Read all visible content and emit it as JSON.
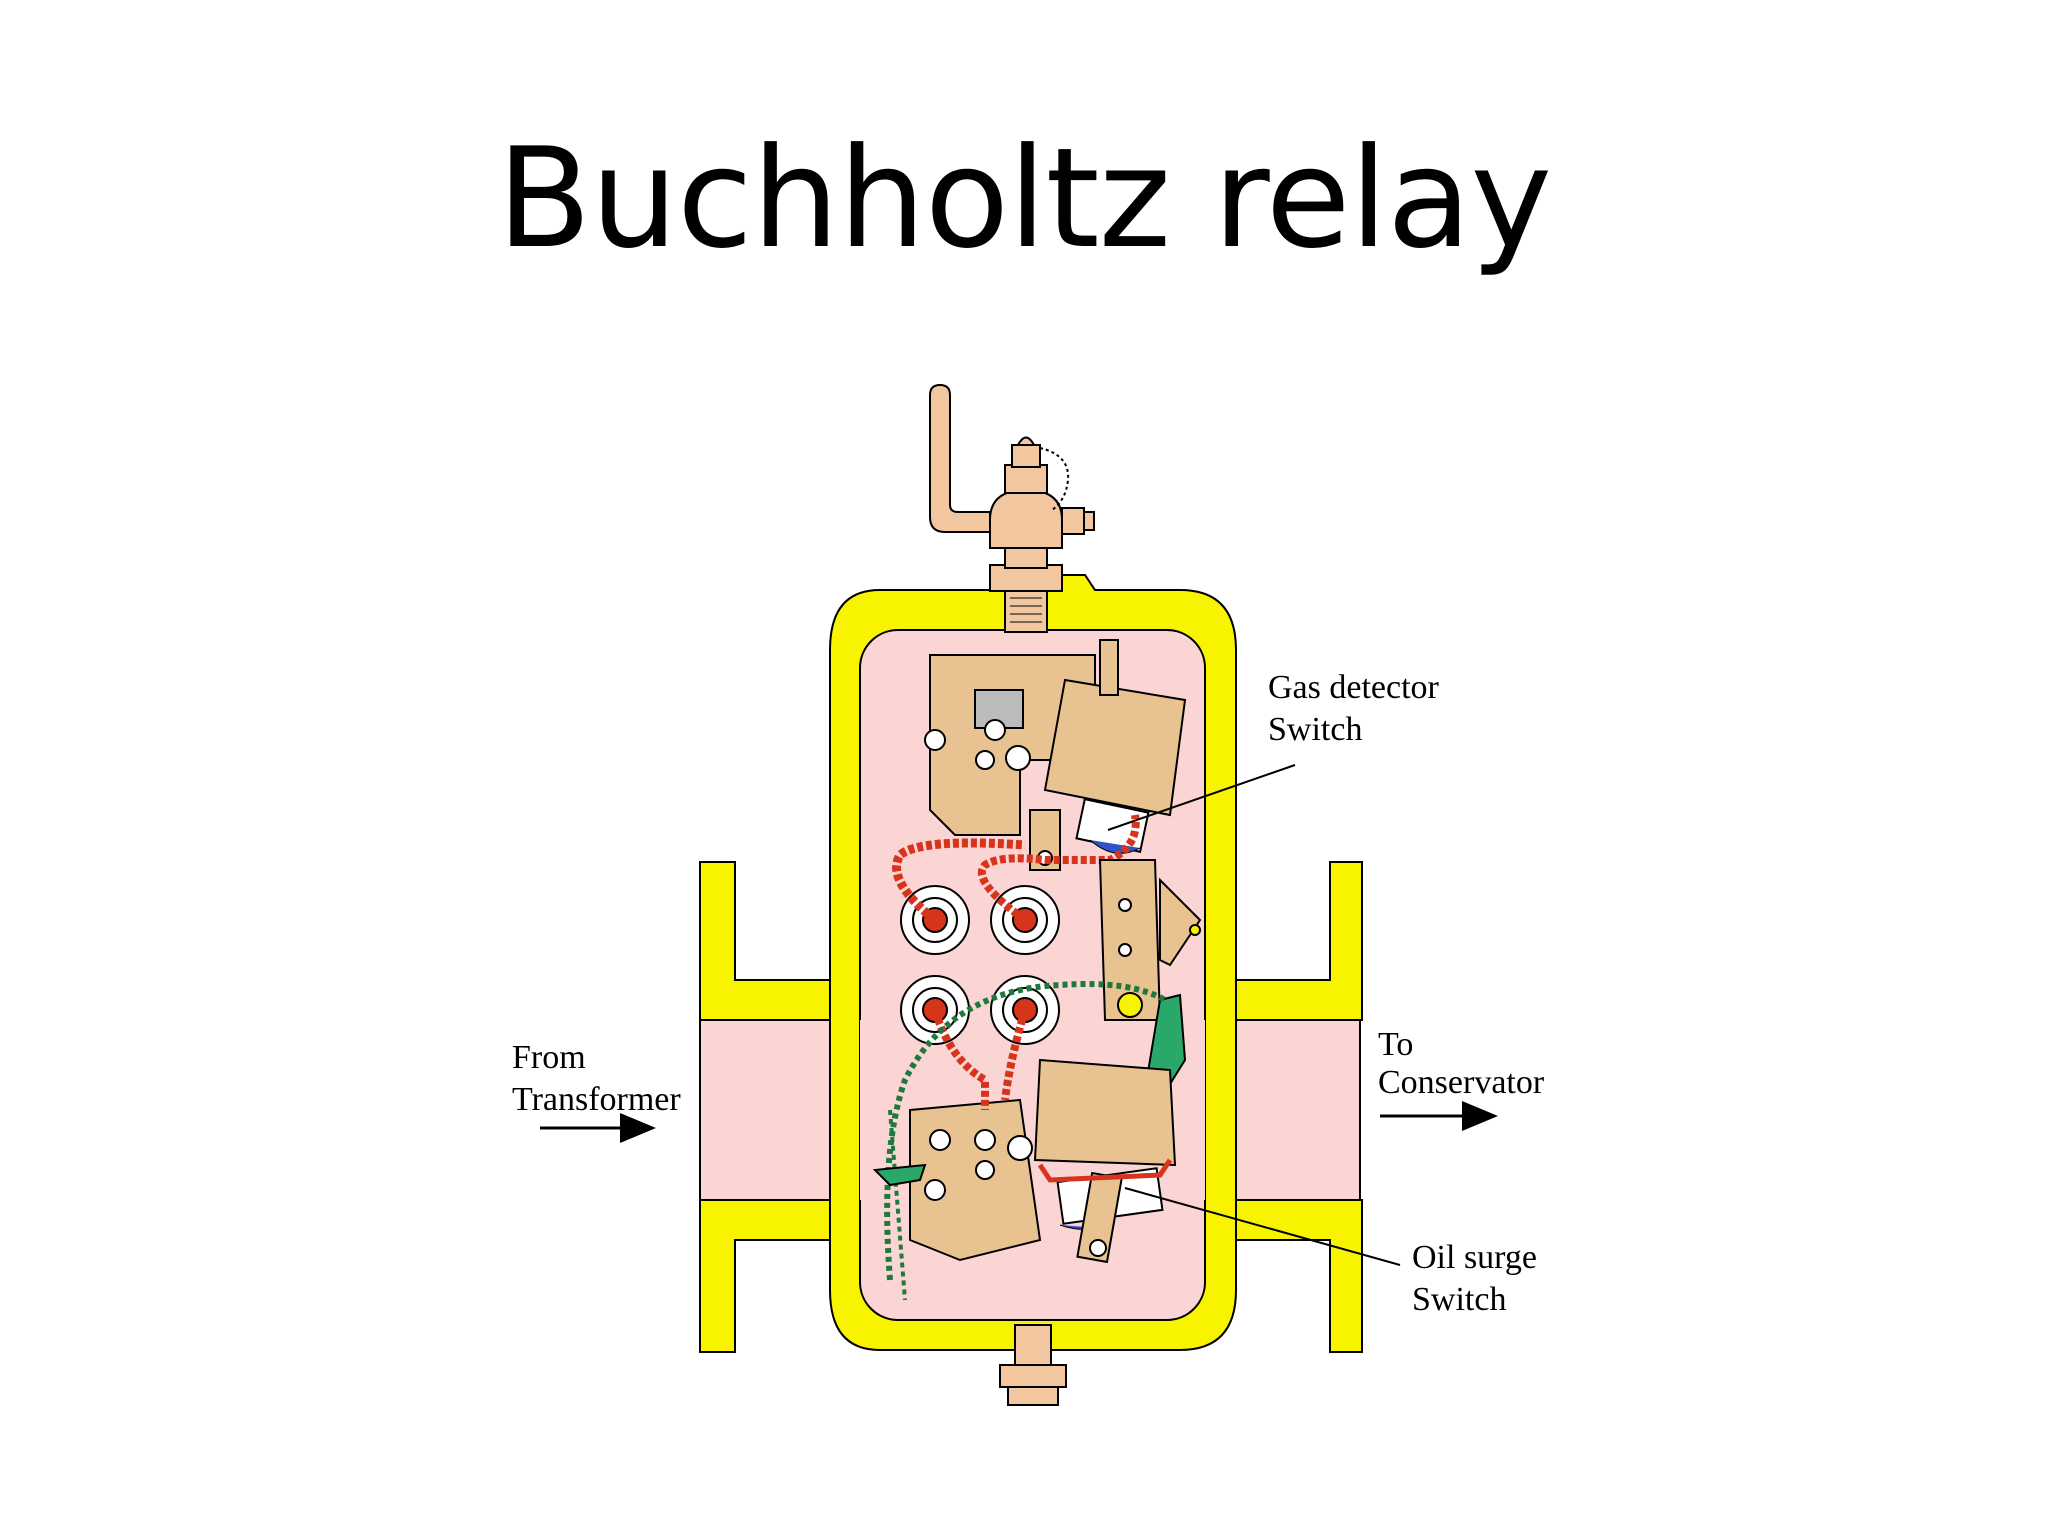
{
  "slide": {
    "title": "Buchholtz relay"
  },
  "labels": {
    "gas_detector_line1": "Gas detector",
    "gas_detector_line2": "Switch",
    "from_line1": "From",
    "from_line2": "Transformer",
    "to_line1": "To",
    "to_line2": "Conservator",
    "oil_surge_line1": "Oil surge",
    "oil_surge_line2": "Switch"
  },
  "colors": {
    "housing": "#f8f400",
    "interior": "#fbd4d4",
    "mechanism": "#e8c290",
    "pipe": "#f2c7a0",
    "wire_red": "#d8341c",
    "wire_green": "#1e7a3c",
    "float_blue": "#2e52c8",
    "outline": "#000000"
  }
}
